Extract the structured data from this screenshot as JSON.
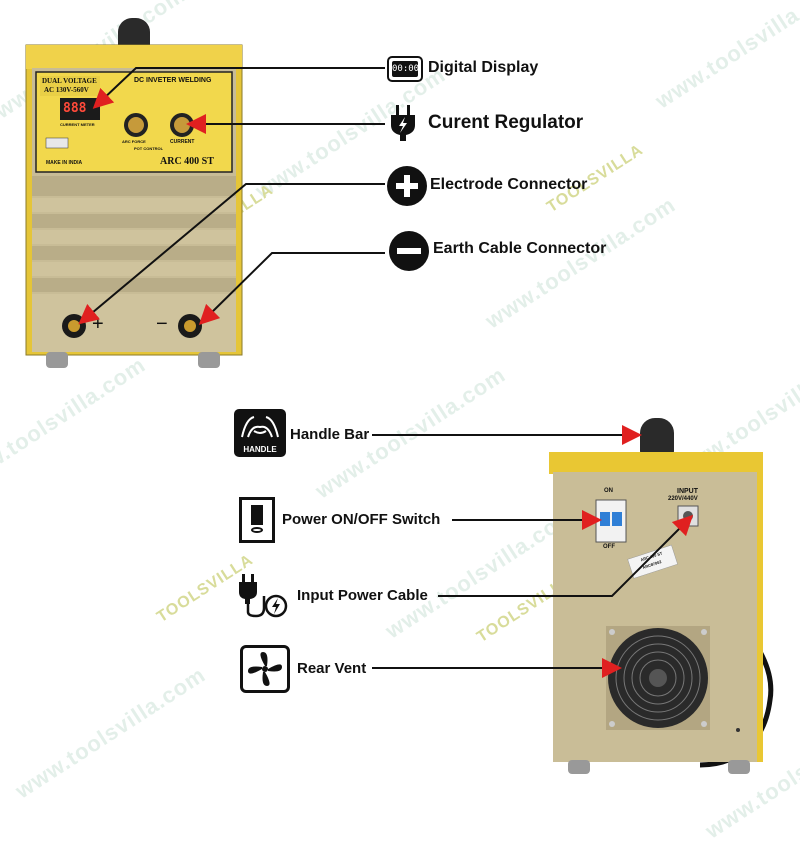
{
  "watermark": {
    "text": "www.toolsvilla.com",
    "brand": "TOOLSVILLA"
  },
  "front_panel": {
    "voltage_label": "DUAL VOLTAGE",
    "voltage_range": "AC 130V-560V",
    "title": "DC INVETER WELDING",
    "meter_reading": "888",
    "meter_label": "CURRENT METER",
    "knob_left_label": "ARC FORCE",
    "knob_right_label": "CURRENT",
    "pot_label": "POT CONTROL",
    "origin": "MAKE IN INDIA",
    "model": "ARC 400 ST",
    "plus_sign": "+",
    "minus_sign": "−"
  },
  "rear_panel": {
    "switch_on": "ON",
    "switch_off": "OFF",
    "input_title": "INPUT",
    "input_voltage": "220V/440V",
    "sticker_model": "ARC 400 ST",
    "sticker_serial": "ARC87002"
  },
  "callouts": {
    "digital_display": {
      "label": "Digital Display",
      "icon": "digital-display-icon",
      "icon_text": "00:00"
    },
    "current_regulator": {
      "label": "Curent Regulator",
      "icon": "plug-bolt-icon"
    },
    "electrode_connector": {
      "label": "Electrode Connector",
      "icon": "plus-circle-icon"
    },
    "earth_cable_connector": {
      "label": "Earth Cable Connector",
      "icon": "minus-circle-icon"
    },
    "handle_bar": {
      "label": "Handle Bar",
      "icon": "handle-icon",
      "icon_text": "HANDLE"
    },
    "power_switch": {
      "label": "Power ON/OFF Switch",
      "icon": "power-switch-icon"
    },
    "input_power_cable": {
      "label": "Input Power Cable",
      "icon": "power-cable-icon"
    },
    "rear_vent": {
      "label": "Rear Vent",
      "icon": "fan-icon"
    }
  },
  "colors": {
    "accent_yellow": "#e9c733",
    "body_beige": "#c9bd97",
    "arrow_red": "#e02020",
    "ink": "#111111"
  }
}
